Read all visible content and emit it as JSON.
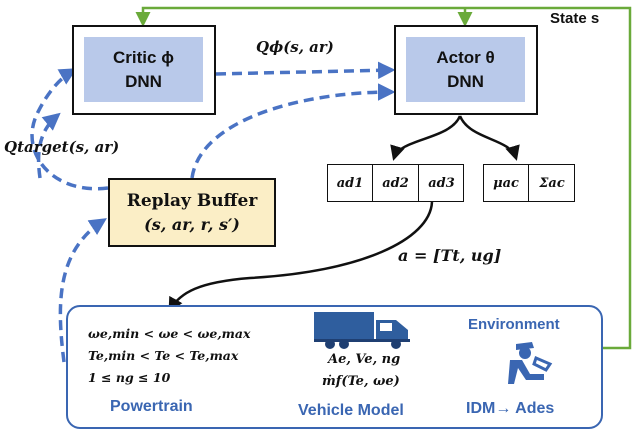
{
  "state_label": "State s",
  "critic": {
    "title": "Critic ϕ",
    "subtitle": "DNN"
  },
  "actor": {
    "title": "Actor θ",
    "subtitle": "DNN"
  },
  "q_phi_label": "Qϕ(s, ar)",
  "q_target_label": "Qtarget(s, ar)",
  "replay_buffer": {
    "title": "Replay Buffer",
    "tuple": "(s, ar, r, s′)"
  },
  "action_cells_left": [
    "ad1",
    "ad2",
    "ad3"
  ],
  "action_cells_right": [
    "μac",
    "Σac"
  ],
  "action_equation": "a = [Tt, ug]",
  "environment": {
    "title": "Environment",
    "constraints": [
      "ωe,min < ωe < ωe,max",
      "Te,min < Te < Te,max",
      "1 ≤ ng ≤ 10"
    ],
    "powertrain_label": "Powertrain",
    "vehicle_states": "Ae, Ve, ng",
    "fuel_rate": "ṁf(Te, ωe)",
    "vehicle_model_label": "Vehicle Model",
    "idm_label": "IDM→ Ades"
  },
  "colors": {
    "green_state_line": "#6aaa3a",
    "blue_dashed": "#4a73c4",
    "dnn_fill": "#b9c9ea",
    "replay_fill": "#fbeec6",
    "environment_border": "#3a66b2",
    "truck": "#2f5e9e"
  },
  "icons": [
    "truck-icon",
    "driver-icon"
  ]
}
